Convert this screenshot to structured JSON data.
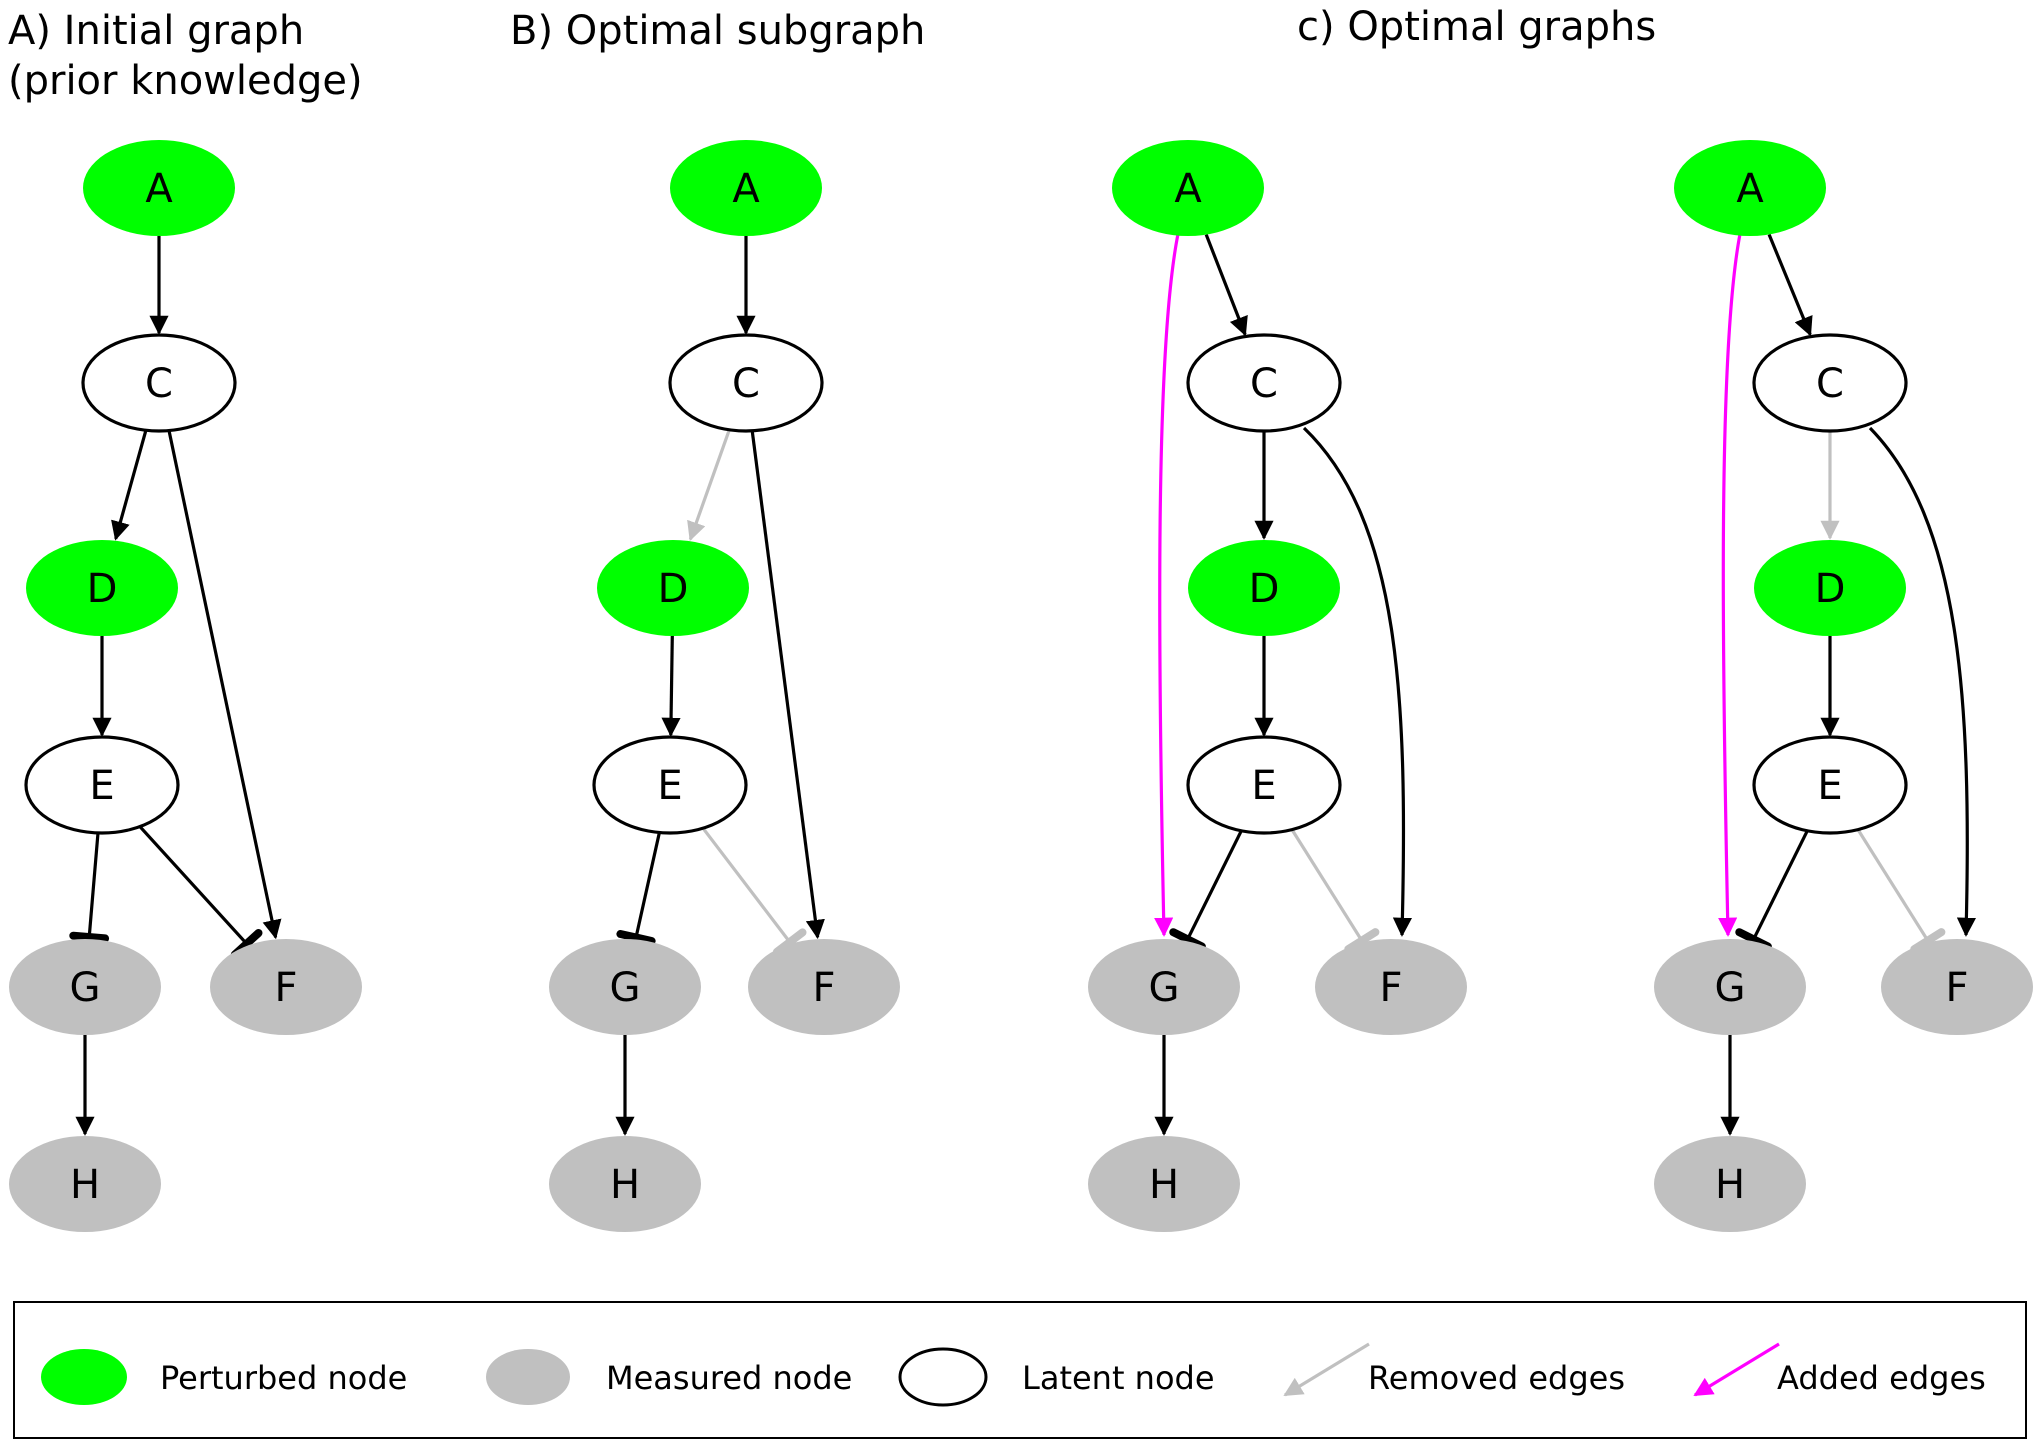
{
  "colors": {
    "perturbed": "#00ff00",
    "measured": "#c0c0c0",
    "latent": "#ffffff",
    "edge": "#000000",
    "removed_edge": "#c0c0c0",
    "added_edge": "#ff00ff"
  },
  "panels": [
    {
      "title_lines": [
        "A) Initial graph",
        "(prior knowledge)"
      ],
      "nodes": [
        {
          "id": "A",
          "type": "perturbed"
        },
        {
          "id": "C",
          "type": "latent"
        },
        {
          "id": "D",
          "type": "perturbed"
        },
        {
          "id": "E",
          "type": "latent"
        },
        {
          "id": "G",
          "type": "measured"
        },
        {
          "id": "F",
          "type": "measured"
        },
        {
          "id": "H",
          "type": "measured"
        }
      ],
      "edges": [
        {
          "from": "A",
          "to": "C",
          "kind": "activation",
          "status": "kept"
        },
        {
          "from": "C",
          "to": "D",
          "kind": "activation",
          "status": "kept"
        },
        {
          "from": "C",
          "to": "F",
          "kind": "activation",
          "status": "kept"
        },
        {
          "from": "D",
          "to": "E",
          "kind": "activation",
          "status": "kept"
        },
        {
          "from": "E",
          "to": "G",
          "kind": "inhibition",
          "status": "kept"
        },
        {
          "from": "E",
          "to": "F",
          "kind": "inhibition",
          "status": "kept"
        },
        {
          "from": "G",
          "to": "H",
          "kind": "activation",
          "status": "kept"
        }
      ]
    },
    {
      "title_lines": [
        "B) Optimal subgraph"
      ],
      "nodes": [
        {
          "id": "A",
          "type": "perturbed"
        },
        {
          "id": "C",
          "type": "latent"
        },
        {
          "id": "D",
          "type": "perturbed"
        },
        {
          "id": "E",
          "type": "latent"
        },
        {
          "id": "G",
          "type": "measured"
        },
        {
          "id": "F",
          "type": "measured"
        },
        {
          "id": "H",
          "type": "measured"
        }
      ],
      "edges": [
        {
          "from": "A",
          "to": "C",
          "kind": "activation",
          "status": "kept"
        },
        {
          "from": "C",
          "to": "D",
          "kind": "activation",
          "status": "removed"
        },
        {
          "from": "C",
          "to": "F",
          "kind": "activation",
          "status": "kept"
        },
        {
          "from": "D",
          "to": "E",
          "kind": "activation",
          "status": "kept"
        },
        {
          "from": "E",
          "to": "G",
          "kind": "inhibition",
          "status": "kept"
        },
        {
          "from": "E",
          "to": "F",
          "kind": "inhibition",
          "status": "removed"
        },
        {
          "from": "G",
          "to": "H",
          "kind": "activation",
          "status": "kept"
        }
      ]
    },
    {
      "title_lines": [
        "c) Optimal graphs"
      ],
      "nodes": [
        {
          "id": "A",
          "type": "perturbed"
        },
        {
          "id": "C",
          "type": "latent"
        },
        {
          "id": "D",
          "type": "perturbed"
        },
        {
          "id": "E",
          "type": "latent"
        },
        {
          "id": "G",
          "type": "measured"
        },
        {
          "id": "F",
          "type": "measured"
        },
        {
          "id": "H",
          "type": "measured"
        }
      ],
      "edges": [
        {
          "from": "A",
          "to": "C",
          "kind": "activation",
          "status": "kept"
        },
        {
          "from": "A",
          "to": "G",
          "kind": "activation",
          "status": "added"
        },
        {
          "from": "C",
          "to": "D",
          "kind": "activation",
          "status": "kept"
        },
        {
          "from": "C",
          "to": "F",
          "kind": "activation",
          "status": "kept"
        },
        {
          "from": "D",
          "to": "E",
          "kind": "activation",
          "status": "kept"
        },
        {
          "from": "E",
          "to": "G",
          "kind": "inhibition",
          "status": "kept"
        },
        {
          "from": "E",
          "to": "F",
          "kind": "inhibition",
          "status": "removed"
        },
        {
          "from": "G",
          "to": "H",
          "kind": "activation",
          "status": "kept"
        }
      ]
    },
    {
      "title_lines": [],
      "nodes": [
        {
          "id": "A",
          "type": "perturbed"
        },
        {
          "id": "C",
          "type": "latent"
        },
        {
          "id": "D",
          "type": "perturbed"
        },
        {
          "id": "E",
          "type": "latent"
        },
        {
          "id": "G",
          "type": "measured"
        },
        {
          "id": "F",
          "type": "measured"
        },
        {
          "id": "H",
          "type": "measured"
        }
      ],
      "edges": [
        {
          "from": "A",
          "to": "C",
          "kind": "activation",
          "status": "kept"
        },
        {
          "from": "A",
          "to": "G",
          "kind": "activation",
          "status": "added"
        },
        {
          "from": "C",
          "to": "D",
          "kind": "activation",
          "status": "removed"
        },
        {
          "from": "C",
          "to": "F",
          "kind": "activation",
          "status": "kept"
        },
        {
          "from": "D",
          "to": "E",
          "kind": "activation",
          "status": "kept"
        },
        {
          "from": "E",
          "to": "G",
          "kind": "inhibition",
          "status": "kept"
        },
        {
          "from": "E",
          "to": "F",
          "kind": "inhibition",
          "status": "removed"
        },
        {
          "from": "G",
          "to": "H",
          "kind": "activation",
          "status": "kept"
        }
      ]
    }
  ],
  "legend": {
    "items": [
      {
        "label": "Perturbed node",
        "symbol": "perturbed"
      },
      {
        "label": "Measured node",
        "symbol": "measured"
      },
      {
        "label": "Latent node",
        "symbol": "latent"
      },
      {
        "label": "Removed edges",
        "symbol": "removed_edge"
      },
      {
        "label": "Added edges",
        "symbol": "added_edge"
      }
    ]
  }
}
